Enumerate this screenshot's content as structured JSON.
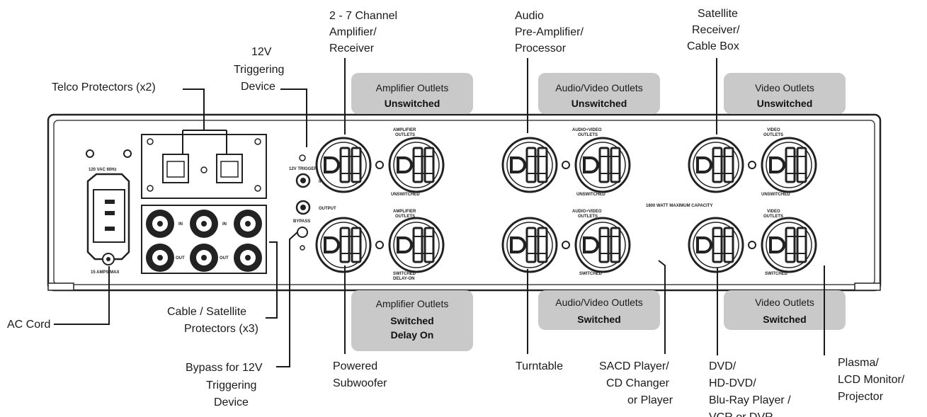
{
  "banners": {
    "amp_top": {
      "title": "Amplifier Outlets",
      "sub1": "Unswitched",
      "sub2": ""
    },
    "av_top": {
      "title": "Audio/Video Outlets",
      "sub1": "Unswitched",
      "sub2": ""
    },
    "video_top": {
      "title": "Video Outlets",
      "sub1": "Unswitched",
      "sub2": ""
    },
    "amp_bottom": {
      "title": "Amplifier Outlets",
      "sub1": "Switched",
      "sub2": "Delay On"
    },
    "av_bottom": {
      "title": "Audio/Video Outlets",
      "sub1": "Switched",
      "sub2": ""
    },
    "video_bottom": {
      "title": "Video Outlets",
      "sub1": "Switched",
      "sub2": ""
    }
  },
  "callouts": {
    "amplifier": [
      "2 - 7 Channel",
      "Amplifier/",
      "Receiver"
    ],
    "preamp": [
      "Audio",
      "Pre-Amplifier/",
      "Processor"
    ],
    "satellite": [
      "Satellite",
      "Receiver/",
      "Cable Box"
    ],
    "trigger": [
      "12V",
      "Triggering",
      "Device"
    ],
    "telco": [
      "Telco Protectors (x2)"
    ],
    "ac_cord": [
      "AC Cord"
    ],
    "cable_sat": [
      "Cable / Satellite",
      "Protectors (x3)"
    ],
    "bypass": [
      "Bypass for 12V",
      "Triggering",
      "Device"
    ],
    "subwoofer": [
      "Powered",
      "Subwoofer"
    ],
    "turntable": [
      "Turntable"
    ],
    "sacd": [
      "SACD Player/",
      "CD Changer",
      "or Player"
    ],
    "dvd": [
      "DVD/",
      "HD-DVD/",
      "Blu-Ray Player /",
      "VCR or DVR"
    ],
    "plasma": [
      "Plasma/",
      "LCD Monitor/",
      "Projector"
    ]
  },
  "panel_text": {
    "power_rating": "120 VAC 60Hz",
    "amps_max": "15 AMPS MAX",
    "trigger_label": "12V TRIGGER",
    "input": "INPUT",
    "output": "OUTPUT",
    "bypass": "BYPASS",
    "in": "IN",
    "out": "OUT",
    "amp_outlets": [
      "AMPLIFIER",
      "OUTLETS"
    ],
    "av_outlets": [
      "AUDIO+VIDEO",
      "OUTLETS"
    ],
    "video_outlets": [
      "VIDEO",
      "OUTLETS"
    ],
    "unswitched": "UNSWITCHED",
    "switched": "SWITCHED",
    "switched_delay": [
      "SWITCHED",
      "DELAY-ON"
    ],
    "capacity": "1800 WATT MAXIMUM CAPACITY"
  }
}
